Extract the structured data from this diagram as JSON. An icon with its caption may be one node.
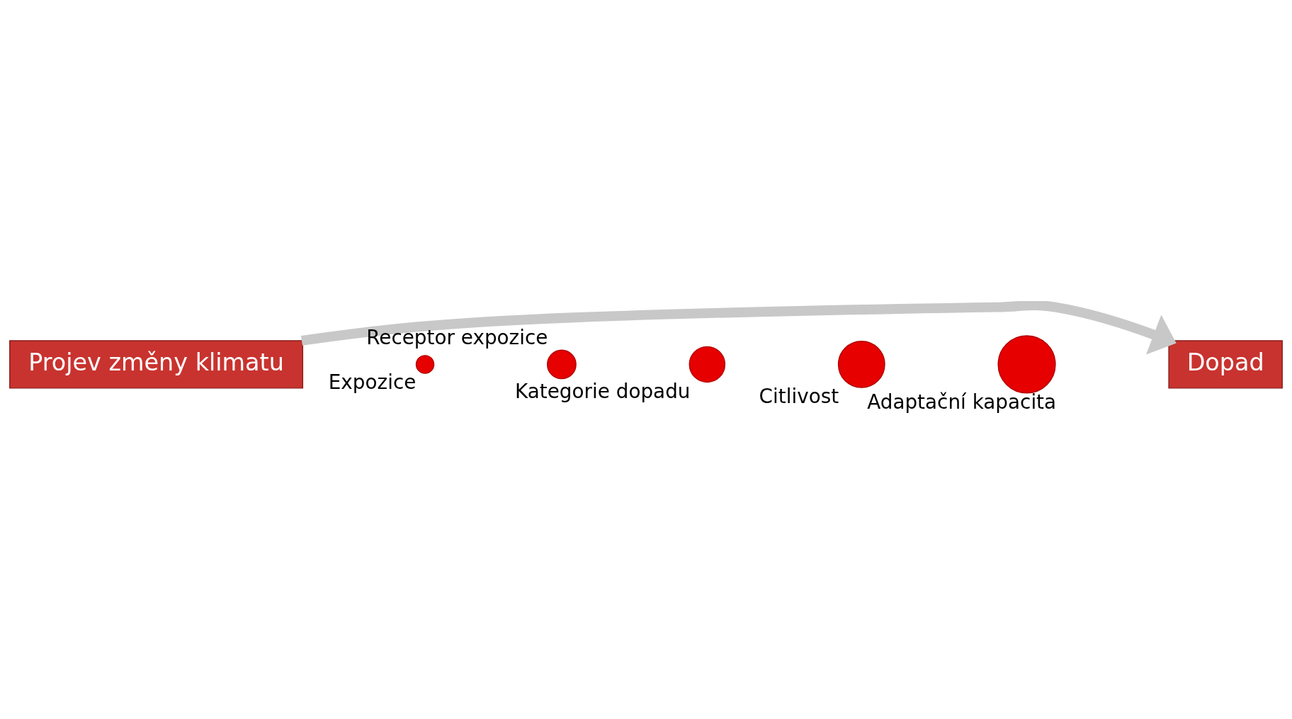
{
  "diagram": {
    "nodes": [
      {
        "text": [
          "Projev změny klimatu"
        ]
      },
      {
        "text": [
          "Dopad"
        ]
      },
      {
        "text": [],
        "shape": "circle",
        "beside": [
          "Expozice"
        ]
      },
      {
        "text": [],
        "shape": "circle",
        "beside": [
          "Receptor expozice"
        ]
      },
      {
        "text": [],
        "shape": "circle",
        "beside": [
          "Kategorie dopadu"
        ]
      },
      {
        "text": [],
        "shape": "circle",
        "beside": [
          "Citlivost"
        ]
      },
      {
        "text": [],
        "shape": "circle",
        "beside": [
          "Adaptační kapacita"
        ]
      }
    ],
    "edges": [
      {
        "from": 0,
        "to": 1,
        "arrow": "to"
      }
    ]
  }
}
